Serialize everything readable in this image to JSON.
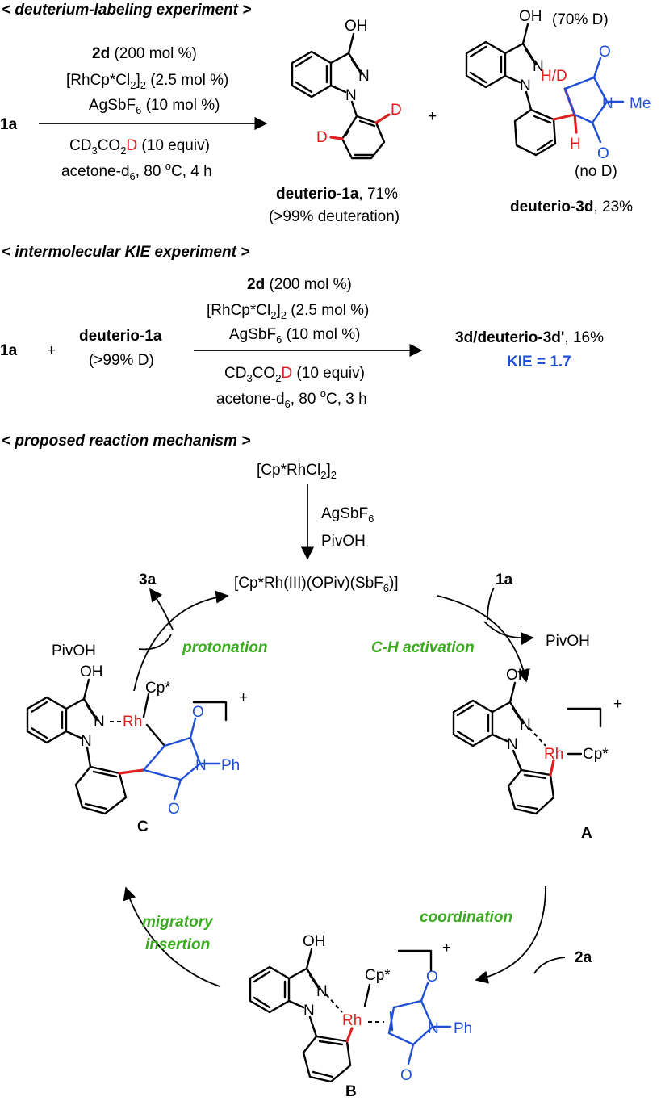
{
  "colors": {
    "red": "#e02020",
    "blue": "#1f4fd6",
    "green": "#3aaa1e",
    "black": "#000000"
  },
  "section1": {
    "title": "< deuterium-labeling experiment >",
    "reactant": "1a",
    "cond": {
      "l1_bold": "2d",
      "l1_rest": " (200 mol %)",
      "l2": "[RhCp*Cl",
      "l2_sub": "2",
      "l2b": "]",
      "l2_sub2": "2",
      "l2_rest": " (2.5 mol %)",
      "l3": "AgSbF",
      "l3_sub": "6",
      "l3_rest": " (10 mol %)",
      "l4": "CD",
      "l4_sub": "3",
      "l4b": "CO",
      "l4_sub2": "2",
      "l4_red": "D",
      "l4_rest": " (10 equiv)",
      "l5": "acetone-d",
      "l5_sub": "6",
      "l5b": ", 80 ",
      "l5_sup": "o",
      "l5_rest": "C, 4 h"
    },
    "plus": "+",
    "product1_name": "deuterio-1a",
    "product1_yield": ", 71%",
    "product1_note": "(>99% deuteration)",
    "product2_name": "deuterio-3d",
    "product2_yield": ", 23%",
    "label_70D": "(70% D)",
    "label_noD": "(no D)",
    "atom_D": "D",
    "atom_HD": "H/D",
    "atom_H": "H",
    "atom_Me": "Me"
  },
  "section2": {
    "title": "< intermolecular KIE experiment >",
    "reactant1": "1a",
    "plus": "+",
    "reactant2": "deuterio-1a",
    "reactant2_note": "(>99% D)",
    "cond": {
      "l1_bold": "2d",
      "l1_rest": " (200 mol %)",
      "l2": "[RhCp*Cl",
      "l2_sub": "2",
      "l2b": "]",
      "l2_sub2": "2",
      "l2_rest": " (2.5 mol %)",
      "l3": "AgSbF",
      "l3_sub": "6",
      "l3_rest": " (10 mol %)",
      "l4": "CD",
      "l4_sub": "3",
      "l4b": "CO",
      "l4_sub2": "2",
      "l4_red": "D",
      "l4_rest": " (10 equiv)",
      "l5": "acetone-d",
      "l5_sub": "6",
      "l5b": ", 80 ",
      "l5_sup": "o",
      "l5_rest": "C, 3 h"
    },
    "product": "3d/deuterio-3d'",
    "product_yield": ", 16%",
    "kie": "KIE = 1.7"
  },
  "section3": {
    "title": "< proposed reaction mechanism >",
    "precat": "[Cp*RhCl",
    "precat_sub": "2",
    "precat_b": "]",
    "precat_sub2": "2",
    "reagent1": "AgSbF",
    "reagent1_sub": "6",
    "reagent2": "PivOH",
    "catalyst_a": "[Cp*Rh(III)(OPiv)(SbF",
    "catalyst_sub": "6",
    "catalyst_b": ")]",
    "product_3a": "3a",
    "pivoh_in": "PivOH",
    "protonation": "protonation",
    "sub_1a": "1a",
    "pivoh_out": "PivOH",
    "ch_activation": "C-H activation",
    "coordination": "coordination",
    "sub_2a": "2a",
    "migratory": "migratory",
    "insertion": "insertion",
    "label_A": "A",
    "label_B": "B",
    "label_C": "C",
    "charge": "+",
    "atoms": {
      "OH": "OH",
      "N": "N",
      "Rh": "Rh",
      "Cp": "Cp*",
      "Ph": "Ph",
      "O": "O"
    }
  }
}
